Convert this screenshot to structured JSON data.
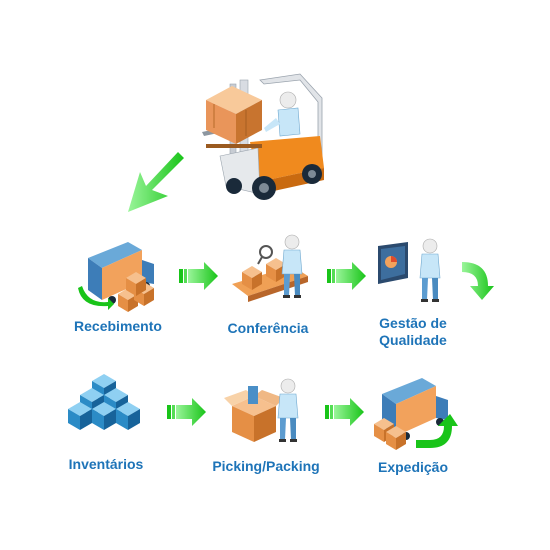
{
  "steps": [
    {
      "id": "recebimento",
      "label": "Recebimento",
      "icon": "delivery-truck-icon"
    },
    {
      "id": "conferencia",
      "label": "Conferência",
      "icon": "inspection-conveyor-icon"
    },
    {
      "id": "gestao",
      "label": "Gestão de Qualidade",
      "icon": "quality-monitor-icon"
    },
    {
      "id": "inventarios",
      "label": "Inventários",
      "icon": "stacked-boxes-icon"
    },
    {
      "id": "picking",
      "label": "Picking/Packing",
      "icon": "packing-worker-icon"
    },
    {
      "id": "expedicao",
      "label": "Expedição",
      "icon": "shipping-truck-icon"
    }
  ],
  "header_icon": "forklift-icon",
  "colors": {
    "label": "#1e74b8",
    "arrow": "#2fd52f",
    "arrow_dark": "#138a13",
    "box": "#f2a25c",
    "box_dark": "#c8762e",
    "worker_shirt": "#bfe0f5",
    "worker_skin": "#e7e7e7",
    "truck_body": "#4a8fc7",
    "forklift_frame": "#d9dde3",
    "forklift_orange": "#f08a1e"
  }
}
